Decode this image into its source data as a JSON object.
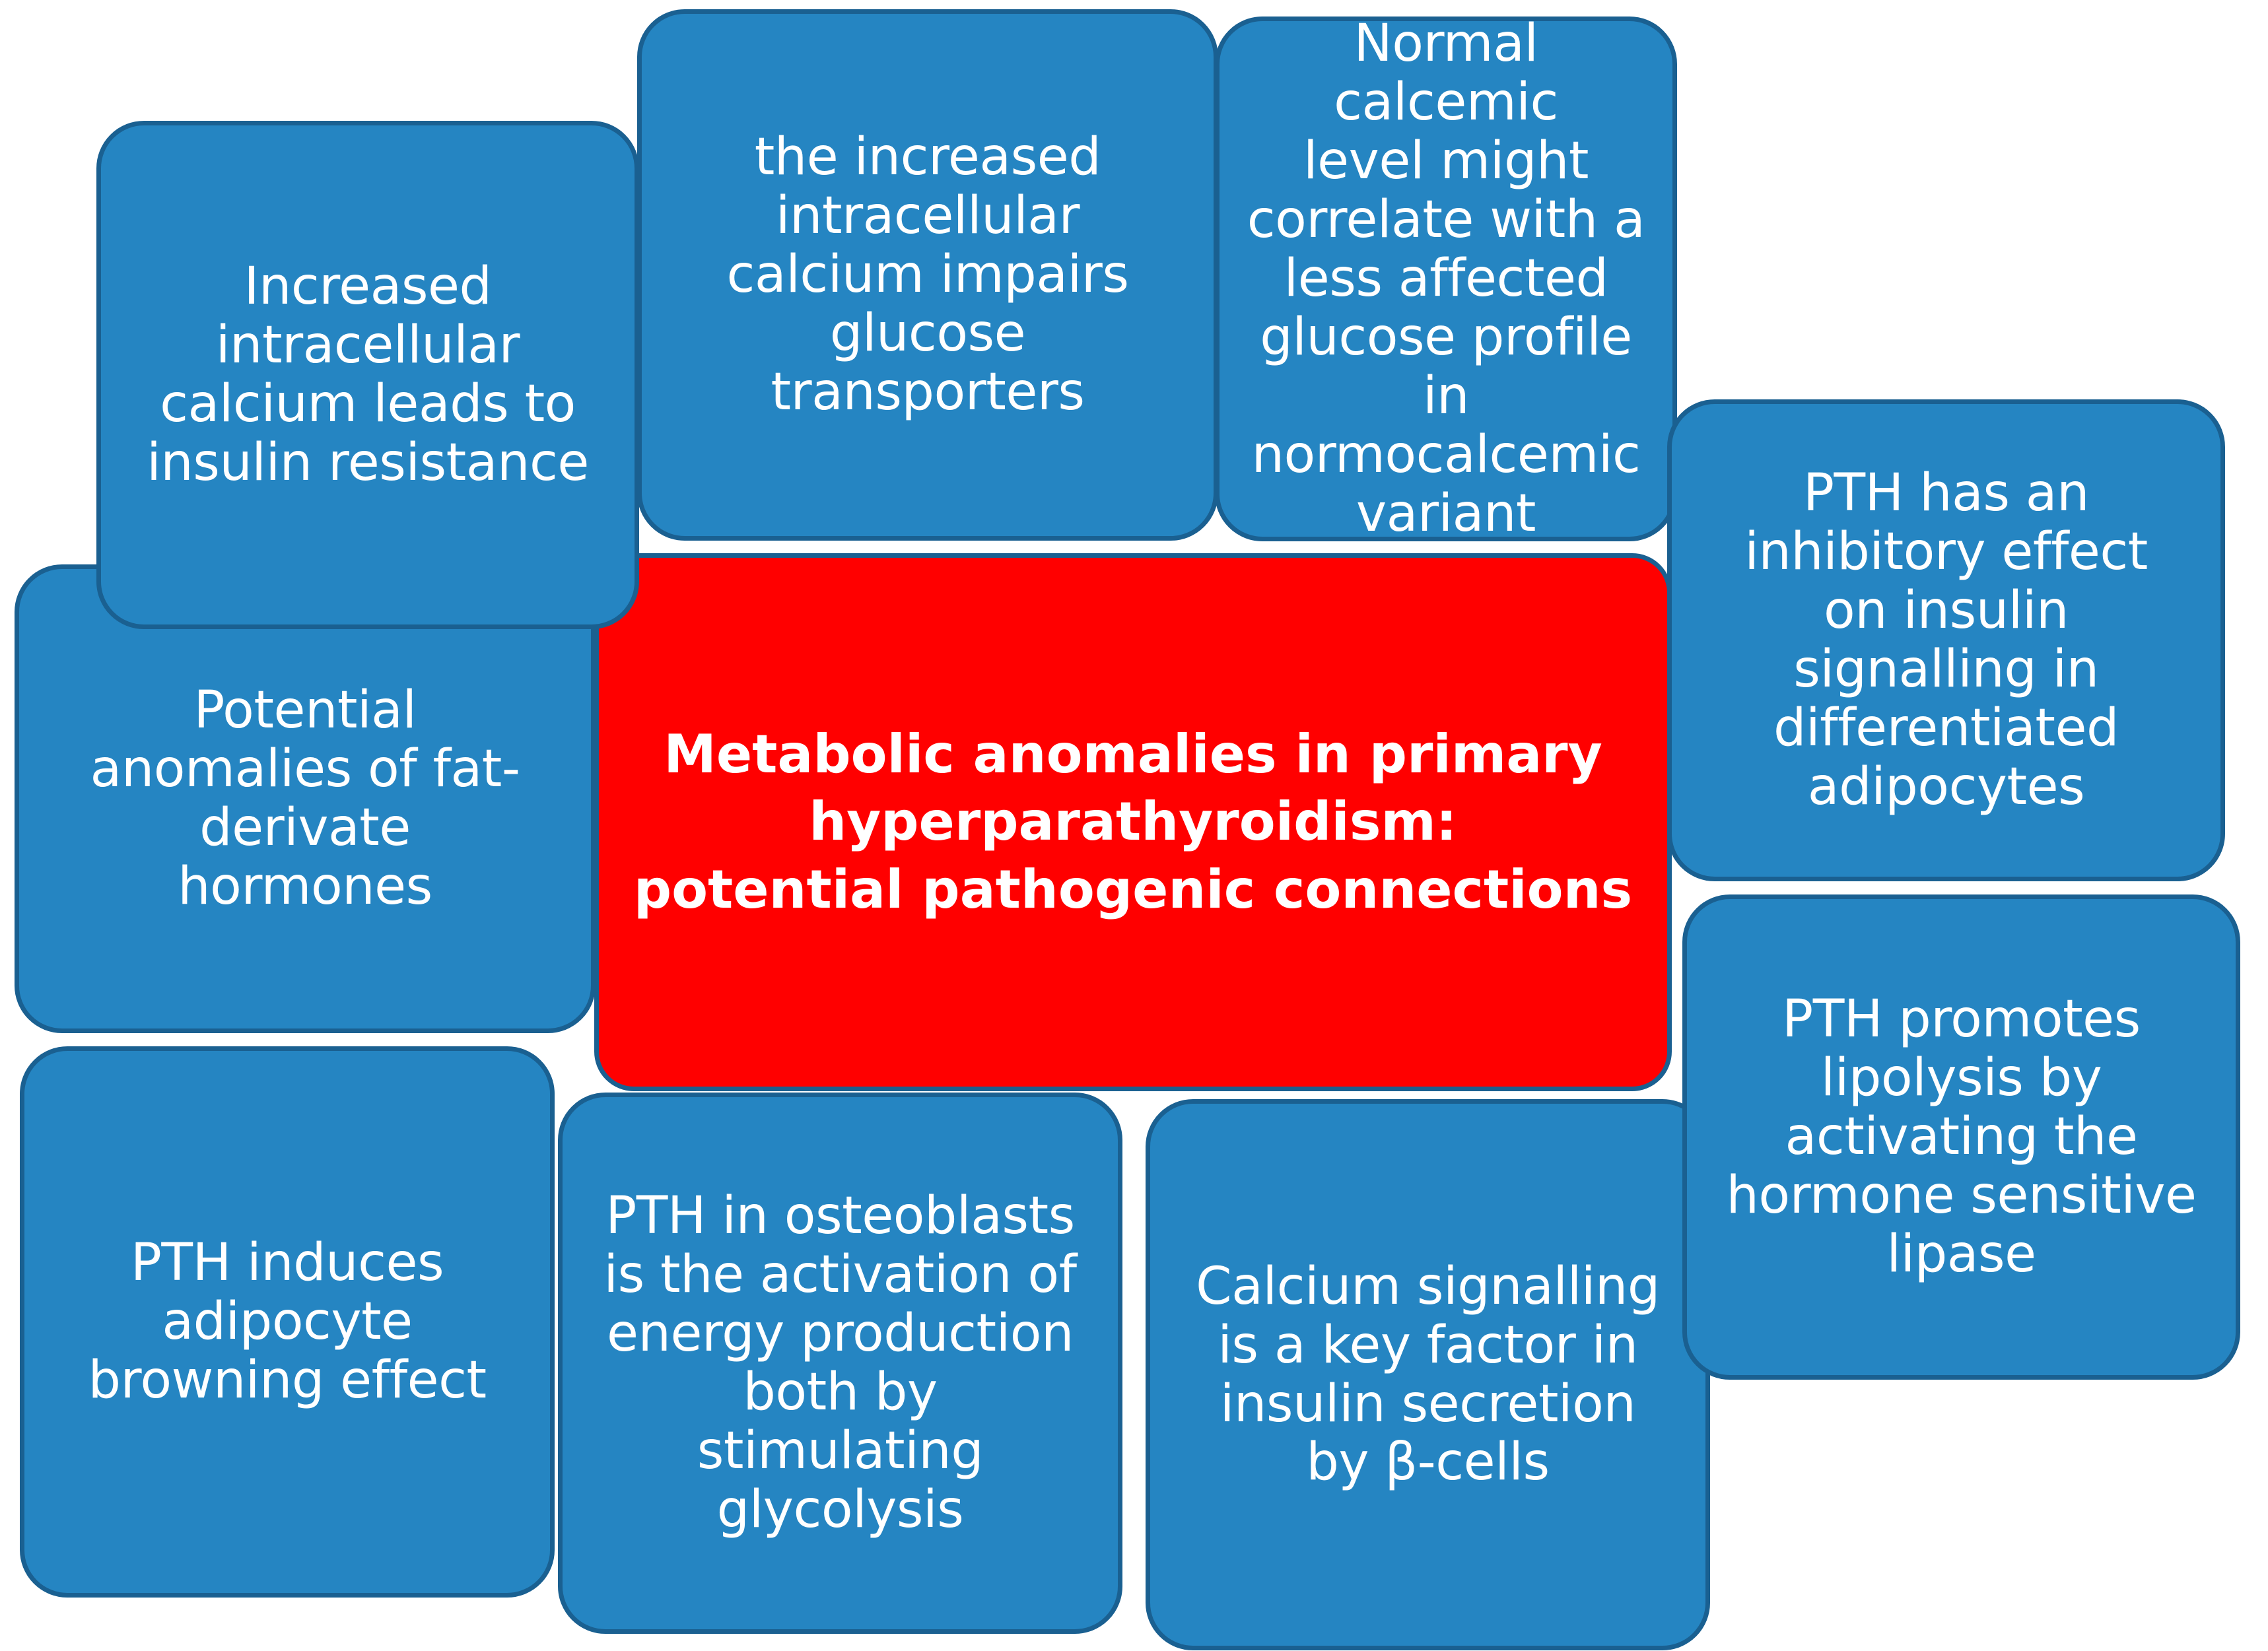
{
  "diagram": {
    "type": "central-concept-map",
    "colors": {
      "node_fill": "#2585c2",
      "node_border": "#1a6091",
      "center_fill": "#ff0000",
      "text": "#ffffff",
      "background": "#ffffff"
    },
    "center": {
      "label": "Metabolic anomalies in primary\nhyperparathyroidism:\npotential pathogenic connections",
      "line1": "Metabolic anomalies in primary",
      "line2": "hyperparathyroidism:",
      "line3": "potential pathogenic connections"
    },
    "nodes": [
      {
        "id": "increased-intracellular-calcium-insulin-resistance",
        "label": "Increased\nintracellular\ncalcium leads to\ninsulin resistance",
        "position": "top-left"
      },
      {
        "id": "increased-intracellular-calcium-glucose-transporters",
        "label": "the increased\nintracellular\ncalcium impairs\nglucose\ntransporters",
        "position": "top-center-left"
      },
      {
        "id": "normocalcemic-variant-glucose-profile",
        "label": "Normal calcemic\nlevel might\ncorrelate with a\nless affected\nglucose profile in\nnormocalcemic\nvariant",
        "position": "top-center-right"
      },
      {
        "id": "pth-inhibitory-insulin-signalling-adipocytes",
        "label": "PTH has an\ninhibitory effect\non insulin\nsignalling in\ndifferentiated\nadipocytes",
        "position": "right-upper"
      },
      {
        "id": "fat-derivate-hormones-anomalies",
        "label": "Potential\nanomalies of fat-\nderivate\nhormones",
        "position": "left-middle"
      },
      {
        "id": "pth-promotes-lipolysis-hormone-sensitive-lipase",
        "label": "PTH promotes\nlipolysis by\nactivating the\nhormone sensitive\nlipase",
        "position": "right-lower"
      },
      {
        "id": "pth-induces-adipocyte-browning",
        "label": "PTH induces\nadipocyte\nbrowning effect",
        "position": "bottom-left"
      },
      {
        "id": "pth-osteoblasts-energy-production-glycolysis",
        "label": "PTH in osteoblasts\nis the activation of\nenergy production\nboth by\nstimulating\nglycolysis",
        "position": "bottom-center-left"
      },
      {
        "id": "calcium-signalling-insulin-secretion-beta-cells",
        "label": "Calcium signalling\nis a key factor in\ninsulin secretion\nby β-cells",
        "position": "bottom-center-right"
      }
    ]
  }
}
